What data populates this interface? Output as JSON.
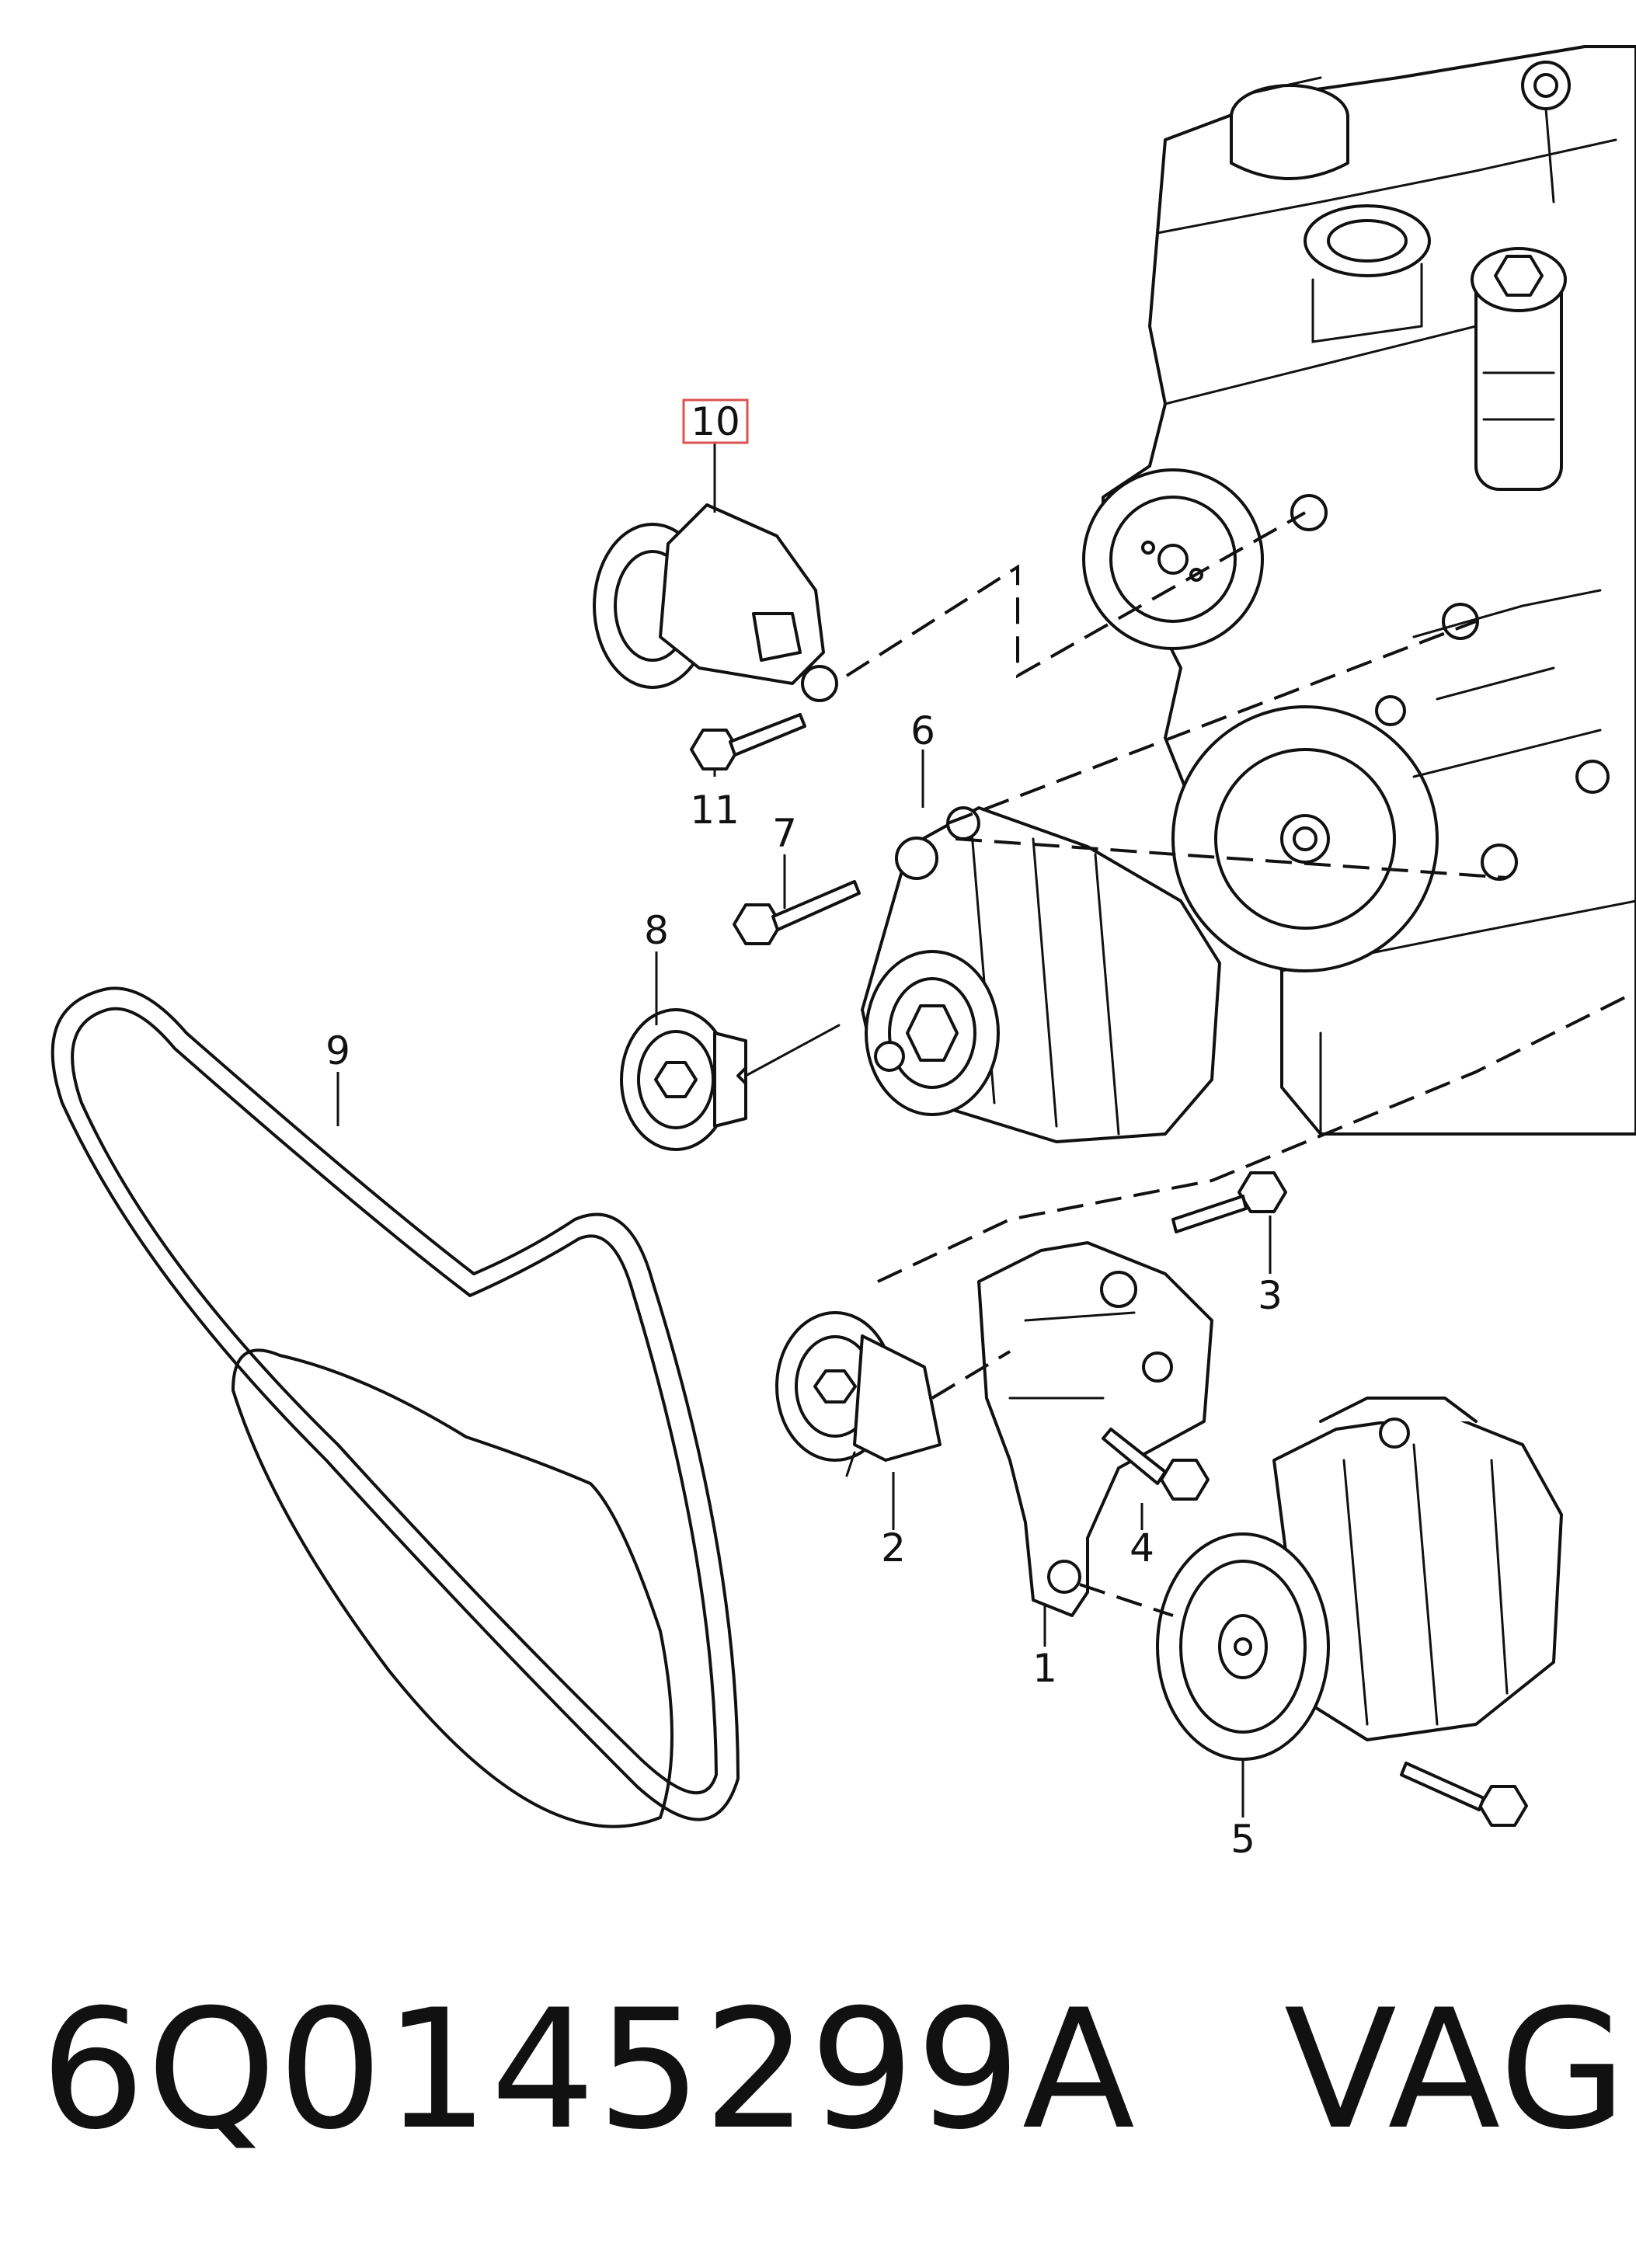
{
  "diagram": {
    "callouts": {
      "c1": "1",
      "c2": "2",
      "c3": "3",
      "c4": "4",
      "c5": "5",
      "c6": "6",
      "c7": "7",
      "c8": "8",
      "c9": "9",
      "c10": "10",
      "c11": "11"
    },
    "highlight_color": "#d9534f"
  },
  "caption": {
    "part_number": "6Q0145299A",
    "brand": "VAG"
  }
}
